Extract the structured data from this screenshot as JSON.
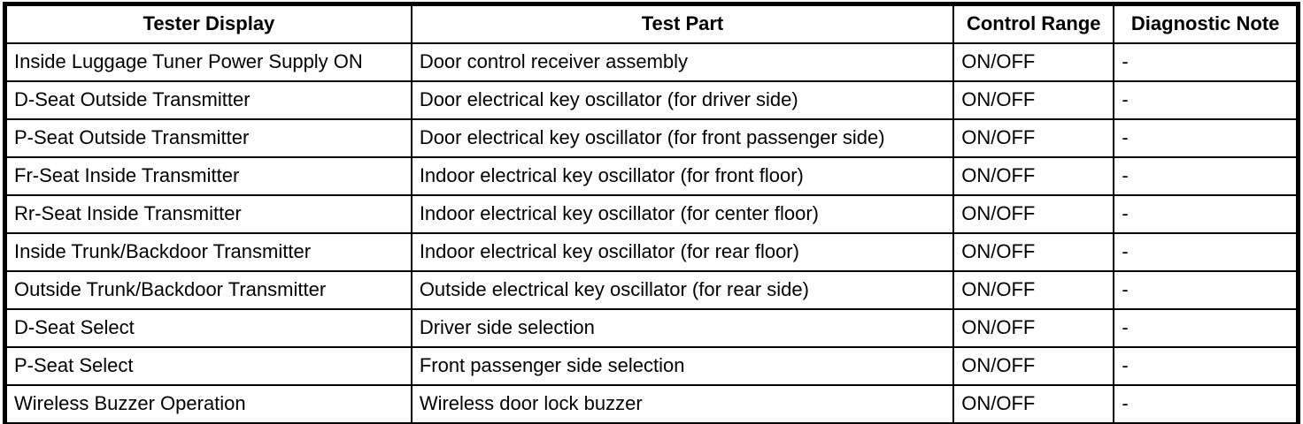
{
  "table": {
    "title": "active-test-signal-check-table",
    "columns": [
      "Tester Display",
      "Test Part",
      "Control Range",
      "Diagnostic Note"
    ],
    "rows": [
      {
        "tester_display": "Inside Luggage Tuner Power Supply ON",
        "test_part": "Door control receiver assembly",
        "control_range": "ON/OFF",
        "diagnostic_note": "-"
      },
      {
        "tester_display": "D-Seat Outside Transmitter",
        "test_part": "Door electrical key oscillator (for driver side)",
        "control_range": "ON/OFF",
        "diagnostic_note": "-"
      },
      {
        "tester_display": "P-Seat Outside Transmitter",
        "test_part": "Door electrical key oscillator (for front passenger side)",
        "control_range": "ON/OFF",
        "diagnostic_note": "-"
      },
      {
        "tester_display": "Fr-Seat Inside Transmitter",
        "test_part": "Indoor electrical key oscillator (for front floor)",
        "control_range": "ON/OFF",
        "diagnostic_note": "-"
      },
      {
        "tester_display": "Rr-Seat Inside Transmitter",
        "test_part": "Indoor electrical key oscillator (for center floor)",
        "control_range": "ON/OFF",
        "diagnostic_note": "-"
      },
      {
        "tester_display": "Inside Trunk/Backdoor Transmitter",
        "test_part": "Indoor electrical key oscillator (for rear floor)",
        "control_range": "ON/OFF",
        "diagnostic_note": "-"
      },
      {
        "tester_display": "Outside Trunk/Backdoor Transmitter",
        "test_part": "Outside electrical key oscillator (for rear side)",
        "control_range": "ON/OFF",
        "diagnostic_note": "-"
      },
      {
        "tester_display": "D-Seat Select",
        "test_part": "Driver side selection",
        "control_range": "ON/OFF",
        "diagnostic_note": "-"
      },
      {
        "tester_display": "P-Seat Select",
        "test_part": "Front passenger side selection",
        "control_range": "ON/OFF",
        "diagnostic_note": "-"
      },
      {
        "tester_display": "Wireless Buzzer Operation",
        "test_part": "Wireless door lock buzzer",
        "control_range": "ON/OFF",
        "diagnostic_note": "-"
      }
    ],
    "colors": {
      "border": "#000000",
      "text": "#000000",
      "background": "#ffffff"
    }
  }
}
